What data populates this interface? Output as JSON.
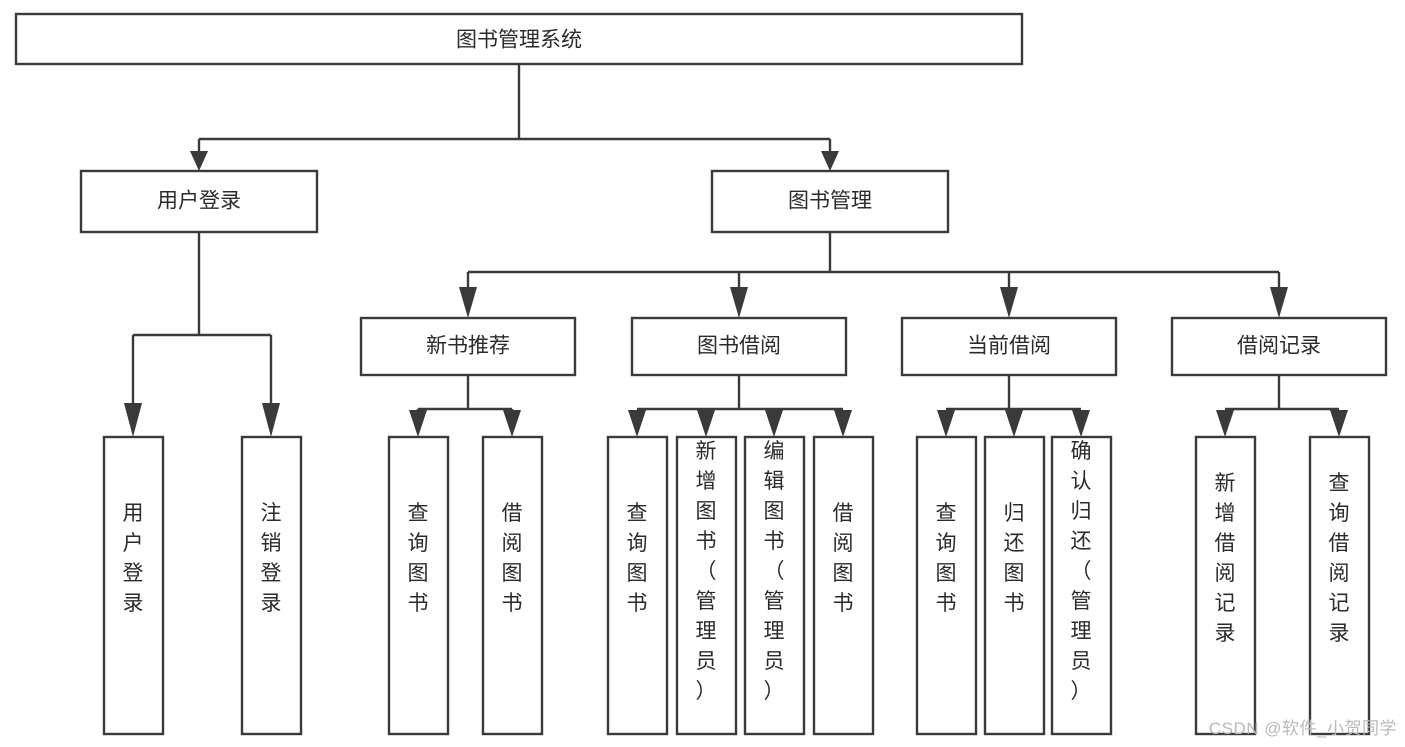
{
  "diagram": {
    "type": "tree",
    "title": "图书管理系统",
    "orientation": "top-down",
    "arrow_style": "solid-triangle",
    "colors": {
      "box_fill": "#ffffff",
      "box_stroke": "#3a3a3a",
      "text": "#2b2b2b",
      "background": "#ffffff",
      "watermark": "#b9b9b9"
    },
    "root": {
      "id": "root",
      "label": "图书管理系统"
    },
    "level1": [
      {
        "id": "user-login",
        "label": "用户登录"
      },
      {
        "id": "book-manage",
        "label": "图书管理"
      }
    ],
    "level2": [
      {
        "id": "new-book-recommend",
        "label": "新书推荐",
        "parent": "book-manage"
      },
      {
        "id": "book-borrow",
        "label": "图书借阅",
        "parent": "book-manage"
      },
      {
        "id": "current-borrow",
        "label": "当前借阅",
        "parent": "book-manage"
      },
      {
        "id": "borrow-record",
        "label": "借阅记录",
        "parent": "book-manage"
      }
    ],
    "leaves": {
      "user-login": [
        {
          "id": "leaf-user-login",
          "label": "用户登录"
        },
        {
          "id": "leaf-logout-login",
          "label": "注销登录"
        }
      ],
      "new-book-recommend": [
        {
          "id": "leaf-query-book-1",
          "label": "查询图书"
        },
        {
          "id": "leaf-borrow-book-1",
          "label": "借阅图书"
        }
      ],
      "book-borrow": [
        {
          "id": "leaf-query-book-2",
          "label": "查询图书"
        },
        {
          "id": "leaf-add-book",
          "label": "新增图书（管理员）"
        },
        {
          "id": "leaf-edit-book",
          "label": "编辑图书（管理员）"
        },
        {
          "id": "leaf-borrow-book-2",
          "label": "借阅图书"
        }
      ],
      "current-borrow": [
        {
          "id": "leaf-query-book-3",
          "label": "查询图书"
        },
        {
          "id": "leaf-return-book",
          "label": "归还图书"
        },
        {
          "id": "leaf-confirm-return",
          "label": "确认归还（管理员）"
        }
      ],
      "borrow-record": [
        {
          "id": "leaf-add-record",
          "label": "新增借阅记录"
        },
        {
          "id": "leaf-query-record",
          "label": "查询借阅记录"
        }
      ]
    }
  },
  "watermark": {
    "text": "CSDN @软件_小贺同学"
  }
}
